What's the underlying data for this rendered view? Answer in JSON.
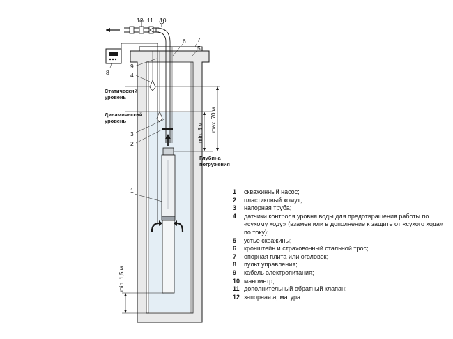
{
  "callouts": {
    "n1": "1",
    "n2": "2",
    "n3": "3",
    "n4a": "4",
    "n4b": "4",
    "n5": "5",
    "n6": "6",
    "n7": "7",
    "n8": "8",
    "n9": "9",
    "n10": "10",
    "n11": "11",
    "n12": "12"
  },
  "levels": {
    "static_line1": "Статический",
    "static_line2": "уровень",
    "dynamic_line1": "Динамический",
    "dynamic_line2": "уровень",
    "depth_line1": "Глубина",
    "depth_line2": "погружения"
  },
  "dimensions": {
    "min3": "min. 3 м",
    "max70": "max. 70 м",
    "min15": "min. 1,5 м"
  },
  "legend": [
    {
      "num": "1",
      "text": "скважинный насос;"
    },
    {
      "num": "2",
      "text": "пластиковый хомут;"
    },
    {
      "num": "3",
      "text": "напорная труба;"
    },
    {
      "num": "4",
      "text": "датчики контроля уровня воды для предотвращения работы по «сухому ходу» (взамен или в дополнение к защите от «сухого хода» по току);"
    },
    {
      "num": "5",
      "text": "устье скважины;"
    },
    {
      "num": "6",
      "text": "кронштейн и страховочный стальной трос;"
    },
    {
      "num": "7",
      "text": "опорная плита или оголовок;"
    },
    {
      "num": "8",
      "text": "пульт управления;"
    },
    {
      "num": "9",
      "text": "кабель электропитания;"
    },
    {
      "num": "10",
      "text": "манометр;"
    },
    {
      "num": "11",
      "text": "дополнительный обратный клапан;"
    },
    {
      "num": "12",
      "text": "запорная арматура."
    }
  ],
  "colors": {
    "water": "#e4eef5",
    "ground": "#e9e9e9",
    "line": "#1a1a1a"
  }
}
